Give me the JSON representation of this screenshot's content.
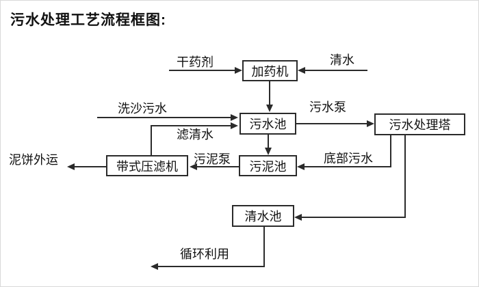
{
  "title": "污水处理工艺流程框图:",
  "nodes": {
    "dosing_machine": "加药机",
    "sewage_pool": "污水池",
    "treatment_tower": "污水处理塔",
    "sludge_pool": "污泥池",
    "belt_filter_press": "带式压滤机",
    "clean_water_pool": "清水池"
  },
  "flow_labels": {
    "dry_agent": "干药剂",
    "clean_water": "清水",
    "sand_washing_sewage": "洗沙污水",
    "sewage_pump": "污水泵",
    "filtered_water": "滤清水",
    "sludge_pump": "污泥泵",
    "bottom_sewage": "底部污水",
    "mud_cake_out": "泥饼外运",
    "recycle": "循环利用"
  },
  "colors": {
    "line": "#2a2a2a",
    "text": "#111111",
    "background": "#ffffff"
  }
}
